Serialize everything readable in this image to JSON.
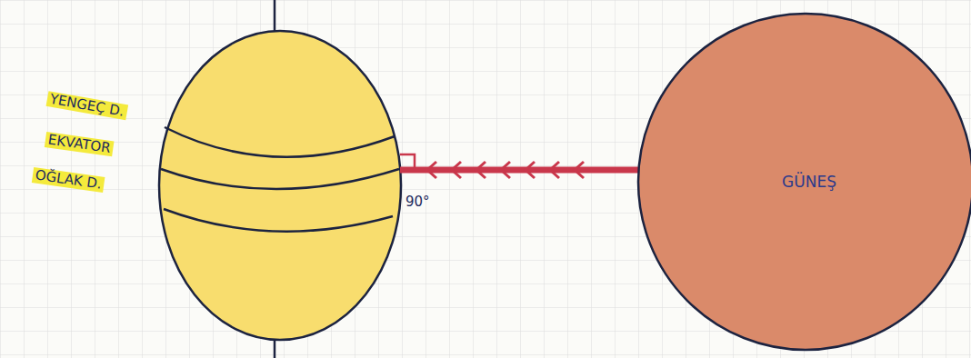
{
  "diagram": {
    "nodes": [
      {
        "text": [
          "GÜNEŞ"
        ]
      }
    ],
    "labels": [
      "YENGEÇ D.",
      "EKVATOR",
      "OĞLAK D.",
      "90°"
    ]
  }
}
